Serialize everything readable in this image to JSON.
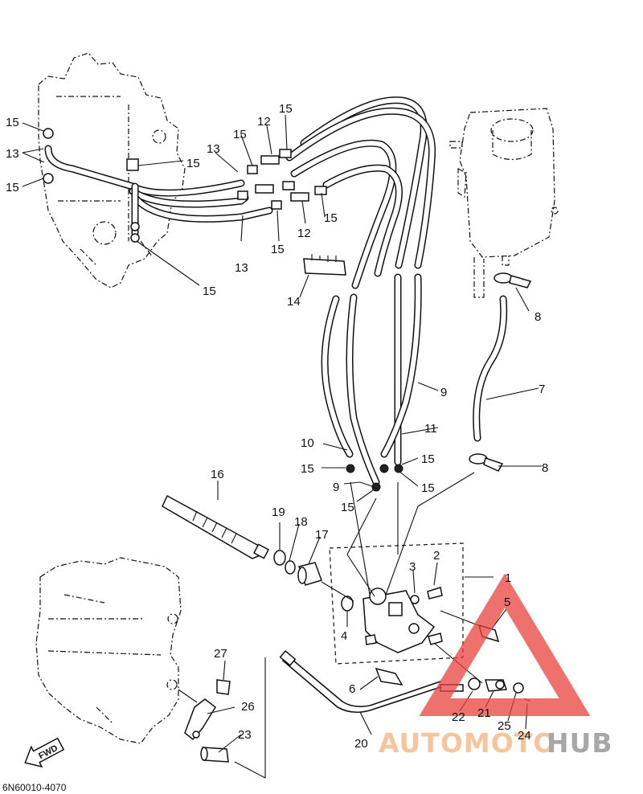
{
  "diagram": {
    "drawing_code": "6N60010-4070",
    "fwd_marker": "FWD",
    "watermark": {
      "word_a": "AUTOMOTO",
      "word_b": "HUB",
      "color_a": "#f4b27a",
      "color_b": "#8a8a8a",
      "triangle_color": "#e8413c"
    },
    "callouts": [
      {
        "n": "1"
      },
      {
        "n": "2"
      },
      {
        "n": "3"
      },
      {
        "n": "4"
      },
      {
        "n": "5"
      },
      {
        "n": "6"
      },
      {
        "n": "7"
      },
      {
        "n": "8"
      },
      {
        "n": "8"
      },
      {
        "n": "9"
      },
      {
        "n": "9"
      },
      {
        "n": "10"
      },
      {
        "n": "11"
      },
      {
        "n": "12"
      },
      {
        "n": "12"
      },
      {
        "n": "13"
      },
      {
        "n": "13"
      },
      {
        "n": "13"
      },
      {
        "n": "14"
      },
      {
        "n": "15"
      },
      {
        "n": "15"
      },
      {
        "n": "15"
      },
      {
        "n": "15"
      },
      {
        "n": "15"
      },
      {
        "n": "15"
      },
      {
        "n": "15"
      },
      {
        "n": "15"
      },
      {
        "n": "15"
      },
      {
        "n": "15"
      },
      {
        "n": "15"
      },
      {
        "n": "15"
      },
      {
        "n": "16"
      },
      {
        "n": "17"
      },
      {
        "n": "18"
      },
      {
        "n": "19"
      },
      {
        "n": "20"
      },
      {
        "n": "21"
      },
      {
        "n": "22"
      },
      {
        "n": "23"
      },
      {
        "n": "24"
      },
      {
        "n": "25"
      },
      {
        "n": "26"
      },
      {
        "n": "27"
      }
    ]
  }
}
